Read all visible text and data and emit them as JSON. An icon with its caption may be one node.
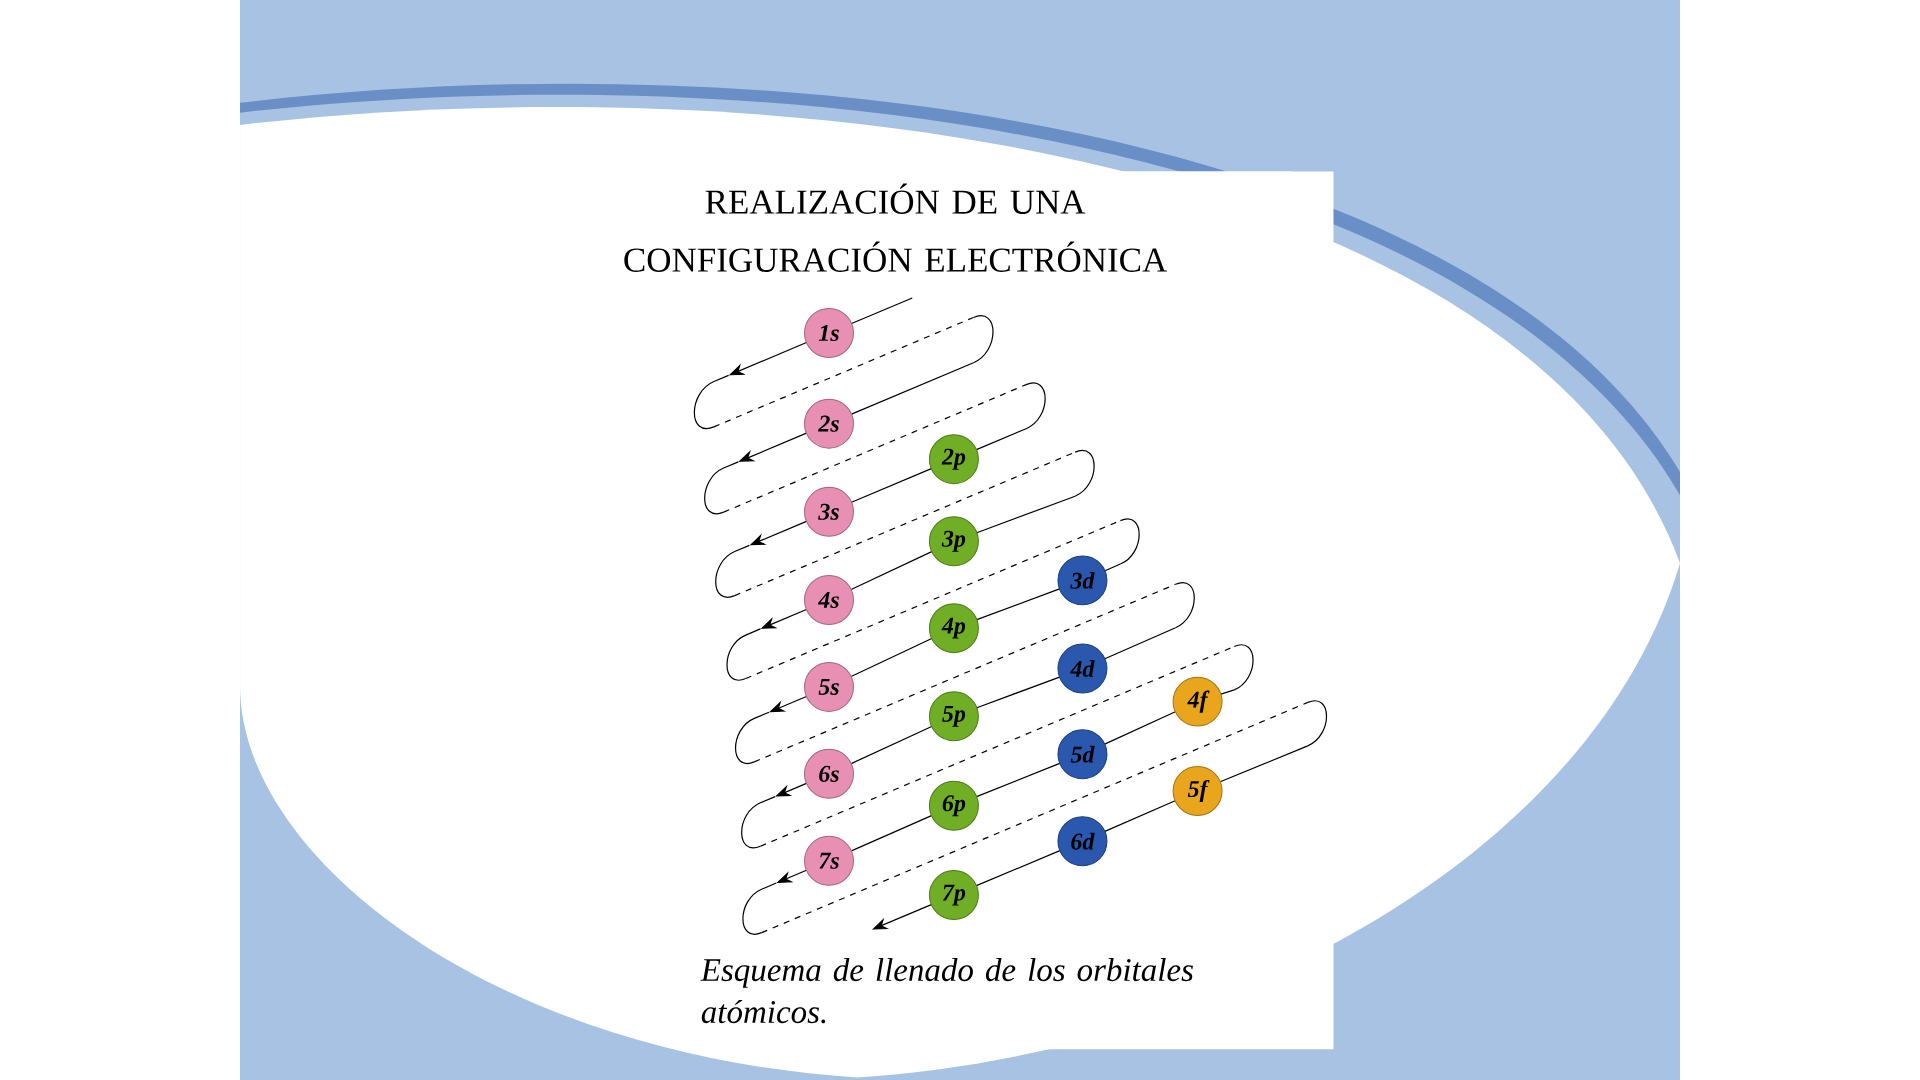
{
  "diagram": {
    "title": "REALIZACIÓN DE UNA CONFIGURACIÓN ELECTRÓNICA",
    "caption": "Esquema de llenado de los orbitales atómicos.",
    "nodes": [
      {
        "text": [
          "1s"
        ]
      },
      {
        "text": [
          "2s"
        ]
      },
      {
        "text": [
          "2p"
        ]
      },
      {
        "text": [
          "3s"
        ]
      },
      {
        "text": [
          "3p"
        ]
      },
      {
        "text": [
          "4s"
        ]
      },
      {
        "text": [
          "3d"
        ]
      },
      {
        "text": [
          "4p"
        ]
      },
      {
        "text": [
          "5s"
        ]
      },
      {
        "text": [
          "4d"
        ]
      },
      {
        "text": [
          "5p"
        ]
      },
      {
        "text": [
          "6s"
        ]
      },
      {
        "text": [
          "4f"
        ]
      },
      {
        "text": [
          "5d"
        ]
      },
      {
        "text": [
          "6p"
        ]
      },
      {
        "text": [
          "7s"
        ]
      },
      {
        "text": [
          "5f"
        ]
      },
      {
        "text": [
          "6d"
        ]
      },
      {
        "text": [
          "7p"
        ]
      }
    ],
    "edges": [
      {
        "from": null,
        "to": 0,
        "arrow": "none"
      },
      {
        "from": 0,
        "to": null,
        "arrow": "to"
      },
      {
        "from": null,
        "to": 1,
        "arrow": "none"
      },
      {
        "from": 1,
        "to": null,
        "arrow": "to"
      },
      {
        "from": null,
        "to": 2,
        "arrow": "none"
      },
      {
        "from": 2,
        "to": 3,
        "arrow": "none"
      },
      {
        "from": 3,
        "to": null,
        "arrow": "to"
      },
      {
        "from": null,
        "to": 4,
        "arrow": "none"
      },
      {
        "from": 4,
        "to": 5,
        "arrow": "none"
      },
      {
        "from": 5,
        "to": null,
        "arrow": "to"
      },
      {
        "from": null,
        "to": 6,
        "arrow": "none"
      },
      {
        "from": 6,
        "to": 7,
        "arrow": "none"
      },
      {
        "from": 7,
        "to": 8,
        "arrow": "none"
      },
      {
        "from": 8,
        "to": null,
        "arrow": "to"
      },
      {
        "from": null,
        "to": 9,
        "arrow": "none"
      },
      {
        "from": 9,
        "to": 10,
        "arrow": "none"
      },
      {
        "from": 10,
        "to": 11,
        "arrow": "none"
      },
      {
        "from": 11,
        "to": null,
        "arrow": "to"
      },
      {
        "from": null,
        "to": 12,
        "arrow": "none"
      },
      {
        "from": 12,
        "to": 13,
        "arrow": "none"
      },
      {
        "from": 13,
        "to": 14,
        "arrow": "none"
      },
      {
        "from": 14,
        "to": 15,
        "arrow": "none"
      },
      {
        "from": 15,
        "to": null,
        "arrow": "to"
      },
      {
        "from": null,
        "to": 16,
        "arrow": "none"
      },
      {
        "from": 16,
        "to": 17,
        "arrow": "none"
      },
      {
        "from": 17,
        "to": 18,
        "arrow": "none"
      },
      {
        "from": 18,
        "to": null,
        "arrow": "to"
      }
    ]
  }
}
